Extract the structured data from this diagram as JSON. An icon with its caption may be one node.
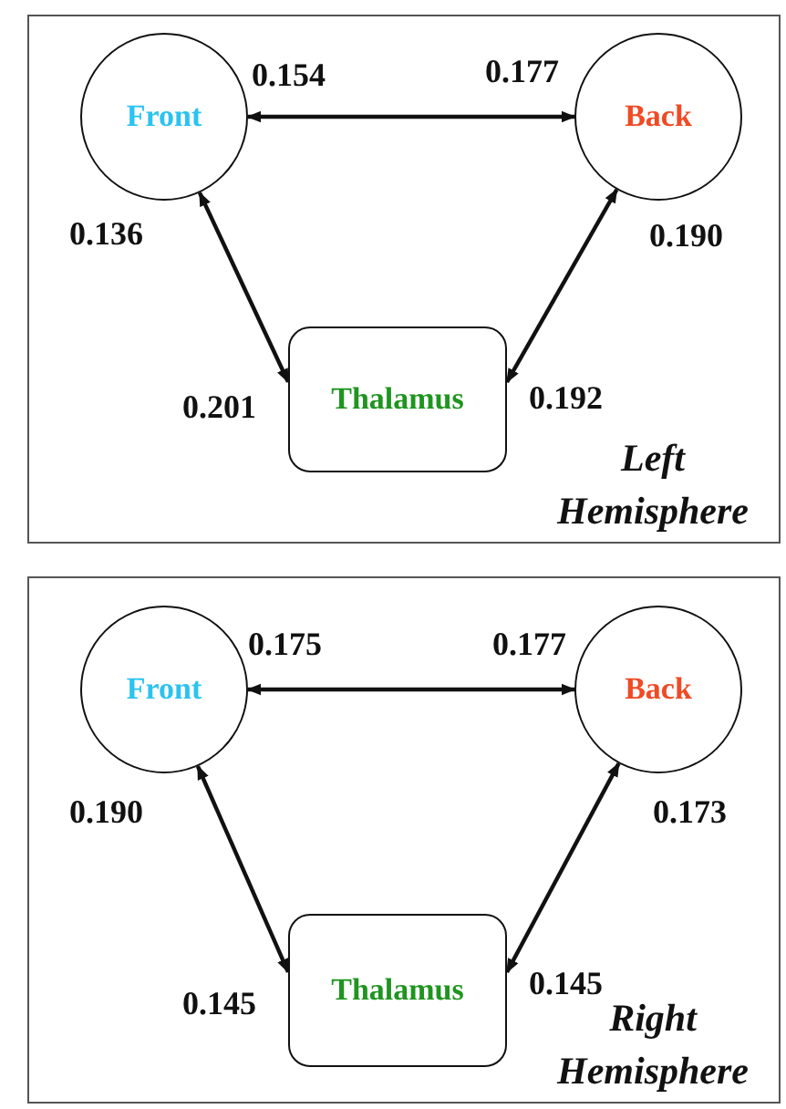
{
  "diagram": {
    "nodes": [
      {
        "text": [
          "Left Hemisphere"
        ]
      },
      {
        "text": [
          "Front"
        ],
        "in": 0
      },
      {
        "text": [
          "Back"
        ],
        "in": 0
      },
      {
        "text": [
          "Thalamus"
        ],
        "in": 0
      },
      {
        "text": [
          "Right Hemisphere"
        ]
      },
      {
        "text": [
          "Front"
        ],
        "in": 4
      },
      {
        "text": [
          "Back"
        ],
        "in": 4
      },
      {
        "text": [
          "Thalamus"
        ],
        "in": 4
      }
    ],
    "edges": [
      {
        "from": 1,
        "to": 2,
        "arrow": "both"
      },
      {
        "from": 1,
        "to": 3,
        "arrow": "both"
      },
      {
        "from": 2,
        "to": 3,
        "arrow": "both"
      },
      {
        "from": 5,
        "to": 6,
        "arrow": "both"
      },
      {
        "from": 5,
        "to": 7,
        "arrow": "both"
      },
      {
        "from": 6,
        "to": 7,
        "arrow": "both"
      }
    ],
    "labels": [
      "0.154",
      "0.177",
      "0.136",
      "0.190",
      "0.201",
      "0.192",
      "0.175",
      "0.177",
      "0.190",
      "0.173",
      "0.145",
      "0.145"
    ]
  }
}
